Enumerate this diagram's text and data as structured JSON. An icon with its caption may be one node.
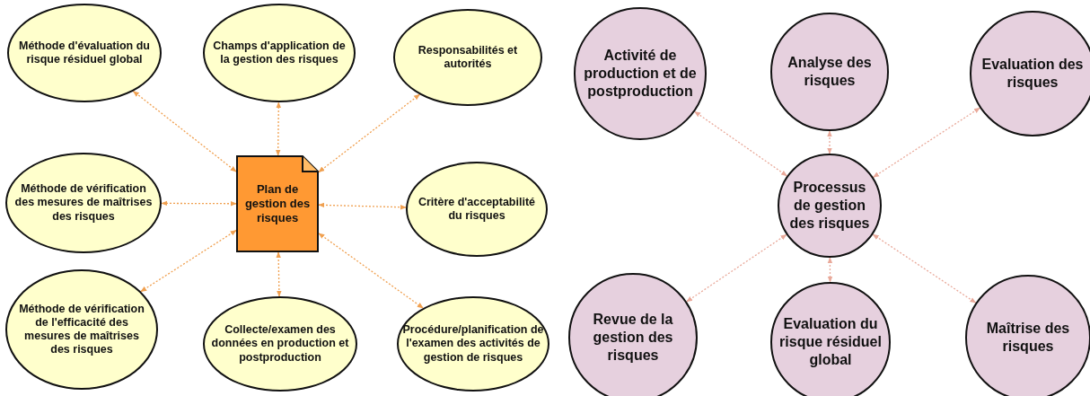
{
  "diagram": {
    "nodes": [
      {
        "text": [
          "Méthode d'évaluation du risque résiduel global"
        ]
      },
      {
        "text": [
          "Champs d'application de la gestion des risques"
        ]
      },
      {
        "text": [
          "Responsabilités et autorités"
        ]
      },
      {
        "text": [
          "Méthode de vérification des mesures de maîtrises des risques"
        ]
      },
      {
        "text": [
          "Plan de gestion des risques"
        ]
      },
      {
        "text": [
          "Critère d'acceptabilité du risques"
        ]
      },
      {
        "text": [
          "Méthode de vérification de l'efficacité des mesures de maîtrises des risques"
        ]
      },
      {
        "text": [
          "Collecte/examen des données en production et postproduction"
        ]
      },
      {
        "text": [
          "Procédure/planification de l'examen des activités de gestion de risques"
        ]
      },
      {
        "text": [
          "Activité de production et de postproduction"
        ]
      },
      {
        "text": [
          "Analyse des risques"
        ]
      },
      {
        "text": [
          "Evaluation des risques"
        ]
      },
      {
        "text": [
          "Processus de gestion des risques"
        ]
      },
      {
        "text": [
          "Revue de la gestion des risques"
        ]
      },
      {
        "text": [
          "Evaluation du risque résiduel global"
        ]
      },
      {
        "text": [
          "Maîtrise des risques"
        ]
      }
    ],
    "edges": [
      {
        "from": 4,
        "to": 0,
        "arrow": "both",
        "style": "dashed"
      },
      {
        "from": 4,
        "to": 1,
        "arrow": "both",
        "style": "dashed"
      },
      {
        "from": 4,
        "to": 2,
        "arrow": "both",
        "style": "dashed"
      },
      {
        "from": 4,
        "to": 3,
        "arrow": "both",
        "style": "dashed"
      },
      {
        "from": 4,
        "to": 5,
        "arrow": "both",
        "style": "dashed"
      },
      {
        "from": 4,
        "to": 6,
        "arrow": "both",
        "style": "dashed"
      },
      {
        "from": 4,
        "to": 7,
        "arrow": "both",
        "style": "dashed"
      },
      {
        "from": 4,
        "to": 8,
        "arrow": "both",
        "style": "dashed"
      },
      {
        "from": 12,
        "to": 9,
        "arrow": "both",
        "style": "dashed",
        "color": "#e9a99a"
      },
      {
        "from": 12,
        "to": 10,
        "arrow": "both",
        "style": "dashed",
        "color": "#e9a99a"
      },
      {
        "from": 12,
        "to": 11,
        "arrow": "both",
        "style": "dashed",
        "color": "#e9a99a"
      },
      {
        "from": 12,
        "to": 13,
        "arrow": "both",
        "style": "dashed",
        "color": "#e9a99a"
      },
      {
        "from": 12,
        "to": 14,
        "arrow": "both",
        "style": "dashed",
        "color": "#e9a99a"
      },
      {
        "from": 12,
        "to": 15,
        "arrow": "both",
        "style": "dashed",
        "color": "#e9a99a"
      }
    ]
  }
}
